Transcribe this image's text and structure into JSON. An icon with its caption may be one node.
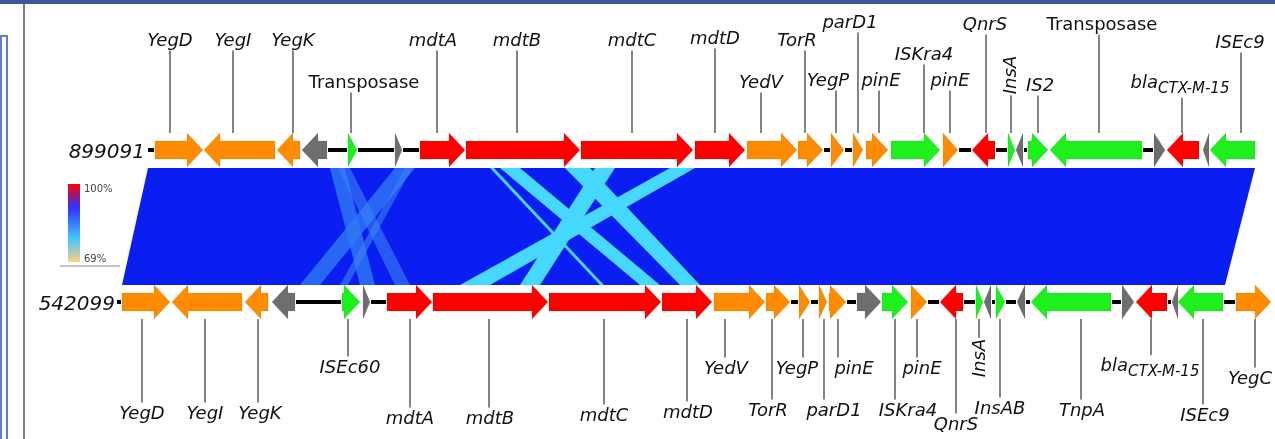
{
  "diagram": {
    "nodes": [
      {
        "text": [
          "YegD"
        ]
      },
      {
        "text": [
          "YegI"
        ]
      },
      {
        "text": [
          "YegK"
        ]
      },
      {
        "text": [
          "Transposase"
        ]
      },
      {
        "text": [
          "mdtA"
        ]
      },
      {
        "text": [
          "mdtB"
        ]
      },
      {
        "text": [
          "mdtC"
        ]
      },
      {
        "text": [
          "mdtD"
        ]
      },
      {
        "text": [
          "YedV"
        ]
      },
      {
        "text": [
          "TorR"
        ]
      },
      {
        "text": [
          "YegP"
        ]
      },
      {
        "text": [
          "parD1"
        ]
      },
      {
        "text": [
          "pinE"
        ]
      },
      {
        "text": [
          "ISKra4"
        ]
      },
      {
        "text": [
          "pinE"
        ]
      },
      {
        "text": [
          "QnrS"
        ]
      },
      {
        "text": [
          "InsA"
        ]
      },
      {
        "text": [
          "IS2"
        ]
      },
      {
        "text": [
          "Transposase"
        ]
      },
      {
        "text": [
          "bla$_{CTX-M-15}$"
        ]
      },
      {
        "text": [
          "ISEc9"
        ]
      },
      {
        "text": [],
        "shape": "arrow"
      },
      {
        "text": [],
        "shape": "arrow"
      },
      {
        "text": [],
        "shape": "arrow"
      },
      {
        "text": [],
        "shape": "arrow"
      },
      {
        "text": [],
        "shape": "arrow"
      },
      {
        "text": [],
        "shape": "arrow"
      },
      {
        "text": [],
        "shape": "arrow"
      },
      {
        "text": [],
        "shape": "arrow"
      },
      {
        "text": [],
        "shape": "arrow"
      },
      {
        "text": [],
        "shape": "arrow"
      },
      {
        "text": [],
        "shape": "arrow"
      },
      {
        "text": [],
        "shape": "arrow"
      },
      {
        "text": [],
        "shape": "arrow"
      },
      {
        "text": [],
        "shape": "arrow"
      },
      {
        "text": [],
        "shape": "arrow"
      },
      {
        "text": [],
        "shape": "arrow"
      },
      {
        "text": [],
        "shape": "arrow"
      },
      {
        "text": [],
        "shape": "arrow"
      },
      {
        "text": [],
        "shape": "arrow"
      },
      {
        "text": [],
        "shape": "arrow"
      },
      {
        "text": [],
        "shape": "arrow"
      },
      {
        "text": [],
        "shape": "arrow"
      },
      {
        "text": [],
        "shape": "arrow"
      },
      {
        "text": [],
        "shape": "arrow"
      },
      {
        "text": [],
        "shape": "arrow"
      },
      {
        "text": [],
        "shape": "arrow"
      },
      {
        "text": [],
        "shape": "arrow"
      },
      {
        "text": [],
        "shape": "arrow"
      },
      {
        "text": [],
        "shape": "arrow"
      },
      {
        "text": [],
        "shape": "arrow"
      },
      {
        "text": [],
        "shape": "arrow"
      },
      {
        "text": [],
        "shape": "arrow"
      },
      {
        "text": [],
        "shape": "arrow"
      },
      {
        "text": [],
        "shape": "arrow"
      },
      {
        "text": [],
        "shape": "arrow"
      },
      {
        "text": [],
        "shape": "arrow"
      },
      {
        "text": [],
        "shape": "arrow"
      },
      {
        "text": [],
        "shape": "arrow"
      },
      {
        "text": [],
        "shape": "arrow"
      },
      {
        "text": [],
        "shape": "arrow"
      },
      {
        "text": [],
        "shape": "arrow"
      },
      {
        "text": [],
        "shape": "arrow"
      },
      {
        "text": [],
        "shape": "arrow"
      },
      {
        "text": [],
        "shape": "arrow"
      },
      {
        "text": [],
        "shape": "arrow"
      },
      {
        "text": [],
        "shape": "arrow"
      },
      {
        "text": [],
        "shape": "arrow"
      },
      {
        "text": [],
        "shape": "arrow"
      },
      {
        "text": [],
        "shape": "arrow"
      },
      {
        "text": [],
        "shape": "arrow"
      },
      {
        "text": [],
        "shape": "arrow"
      },
      {
        "text": [],
        "shape": "arrow"
      },
      {
        "text": [],
        "shape": "arrow"
      },
      {
        "text": [],
        "shape": "arrow"
      },
      {
        "text": [],
        "shape": "arrow"
      },
      {
        "text": [
          "YegD"
        ]
      },
      {
        "text": [
          "YegI"
        ]
      },
      {
        "text": [
          "YegK"
        ]
      },
      {
        "text": [
          "ISEc60"
        ]
      },
      {
        "text": [
          "mdtA"
        ]
      },
      {
        "text": [
          "mdtB"
        ]
      },
      {
        "text": [
          "mdtC"
        ]
      },
      {
        "text": [
          "mdtD"
        ]
      },
      {
        "text": [
          "YedV"
        ]
      },
      {
        "text": [
          "TorR"
        ]
      },
      {
        "text": [
          "YegP"
        ]
      },
      {
        "text": [
          "parD1"
        ]
      },
      {
        "text": [
          "pinE"
        ]
      },
      {
        "text": [
          "ISKra4"
        ]
      },
      {
        "text": [
          "pinE"
        ]
      },
      {
        "text": [
          "QnrS"
        ]
      },
      {
        "text": [
          "InsA"
        ]
      },
      {
        "text": [
          "InsAB"
        ]
      },
      {
        "text": [
          "TnpA"
        ]
      },
      {
        "text": [
          "bla$_{CTX-M-15}$"
        ]
      },
      {
        "text": [
          "ISEc9"
        ]
      },
      {
        "text": [
          "YegC"
        ]
      },
      {
        "text": [],
        "shape": "bar",
        "beside": [
          "899091"
        ]
      },
      {
        "text": [],
        "shape": "bar",
        "beside": [
          "542099"
        ]
      }
    ],
    "edges": [
      {
        "from": 0,
        "to": 21,
        "arrow": "none"
      },
      {
        "from": 1,
        "to": 22,
        "arrow": "none"
      },
      {
        "from": 2,
        "to": 23,
        "arrow": "none"
      },
      {
        "from": 3,
        "to": 25,
        "arrow": "none"
      },
      {
        "from": 4,
        "to": 27,
        "arrow": "none"
      },
      {
        "from": 5,
        "to": 28,
        "arrow": "none"
      },
      {
        "from": 6,
        "to": 29,
        "arrow": "none"
      },
      {
        "from": 7,
        "to": 30,
        "arrow": "none"
      },
      {
        "from": 8,
        "to": 31,
        "arrow": "none"
      },
      {
        "from": 9,
        "to": 32,
        "arrow": "none"
      },
      {
        "from": 10,
        "to": 33,
        "arrow": "none"
      },
      {
        "from": 11,
        "to": 34,
        "arrow": "none"
      },
      {
        "from": 12,
        "to": 35,
        "arrow": "none"
      },
      {
        "from": 13,
        "to": 36,
        "arrow": "none"
      },
      {
        "from": 14,
        "to": 37,
        "arrow": "none"
      },
      {
        "from": 15,
        "to": 38,
        "arrow": "none"
      },
      {
        "from": 16,
        "to": 39,
        "arrow": "none"
      },
      {
        "from": 17,
        "to": 41,
        "arrow": "none"
      },
      {
        "from": 18,
        "to": 42,
        "arrow": "none"
      },
      {
        "from": 19,
        "to": 44,
        "arrow": "none"
      },
      {
        "from": 20,
        "to": 46,
        "arrow": "none"
      },
      {
        "from": 76,
        "to": 47,
        "arrow": "none"
      },
      {
        "from": 77,
        "to": 48,
        "arrow": "none"
      },
      {
        "from": 78,
        "to": 49,
        "arrow": "none"
      },
      {
        "from": 79,
        "to": 51,
        "arrow": "none"
      },
      {
        "from": 80,
        "to": 53,
        "arrow": "none"
      },
      {
        "from": 81,
        "to": 54,
        "arrow": "none"
      },
      {
        "from": 82,
        "to": 55,
        "arrow": "none"
      },
      {
        "from": 83,
        "to": 56,
        "arrow": "none"
      },
      {
        "from": 84,
        "to": 57,
        "arrow": "none"
      },
      {
        "from": 85,
        "to": 58,
        "arrow": "none"
      },
      {
        "from": 86,
        "to": 59,
        "arrow": "none"
      },
      {
        "from": 87,
        "to": 60,
        "arrow": "none"
      },
      {
        "from": 88,
        "to": 61,
        "arrow": "none"
      },
      {
        "from": 89,
        "to": 63,
        "arrow": "none"
      },
      {
        "from": 90,
        "to": 64,
        "arrow": "none"
      },
      {
        "from": 91,
        "to": 65,
        "arrow": "none"
      },
      {
        "from": 92,
        "to": 66,
        "arrow": "none"
      },
      {
        "from": 93,
        "to": 68,
        "arrow": "none"
      },
      {
        "from": 94,
        "to": 70,
        "arrow": "none"
      },
      {
        "from": 95,
        "to": 72,
        "arrow": "none"
      },
      {
        "from": 96,
        "to": 74,
        "arrow": "none"
      },
      {
        "from": 97,
        "to": 75,
        "arrow": "none"
      }
    ],
    "labels": [
      "100%",
      "69%"
    ]
  }
}
